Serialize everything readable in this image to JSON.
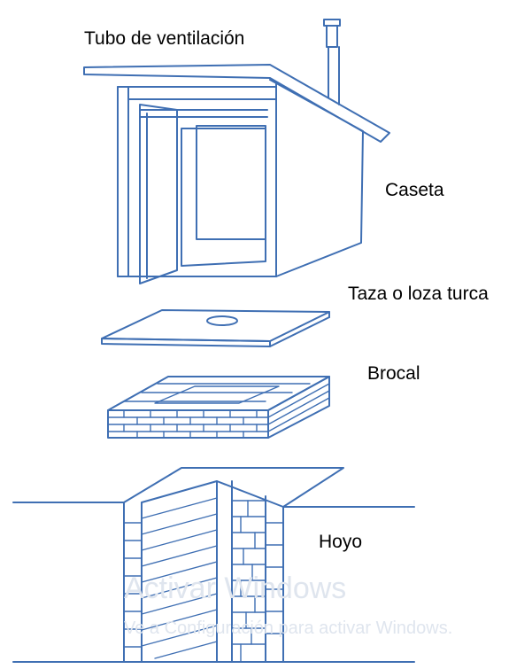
{
  "labels": {
    "vent_pipe": "Tubo de ventilación",
    "shelter": "Caseta",
    "slab": "Taza o loza turca",
    "collar": "Brocal",
    "pit": "Hoyo"
  },
  "watermark": {
    "line1": "Activar Windows",
    "line2": "Ve a Configuración para activar Windows."
  },
  "colors": {
    "line": "#3f6fb3",
    "text": "#000000",
    "watermark": "#dfe5ee"
  }
}
